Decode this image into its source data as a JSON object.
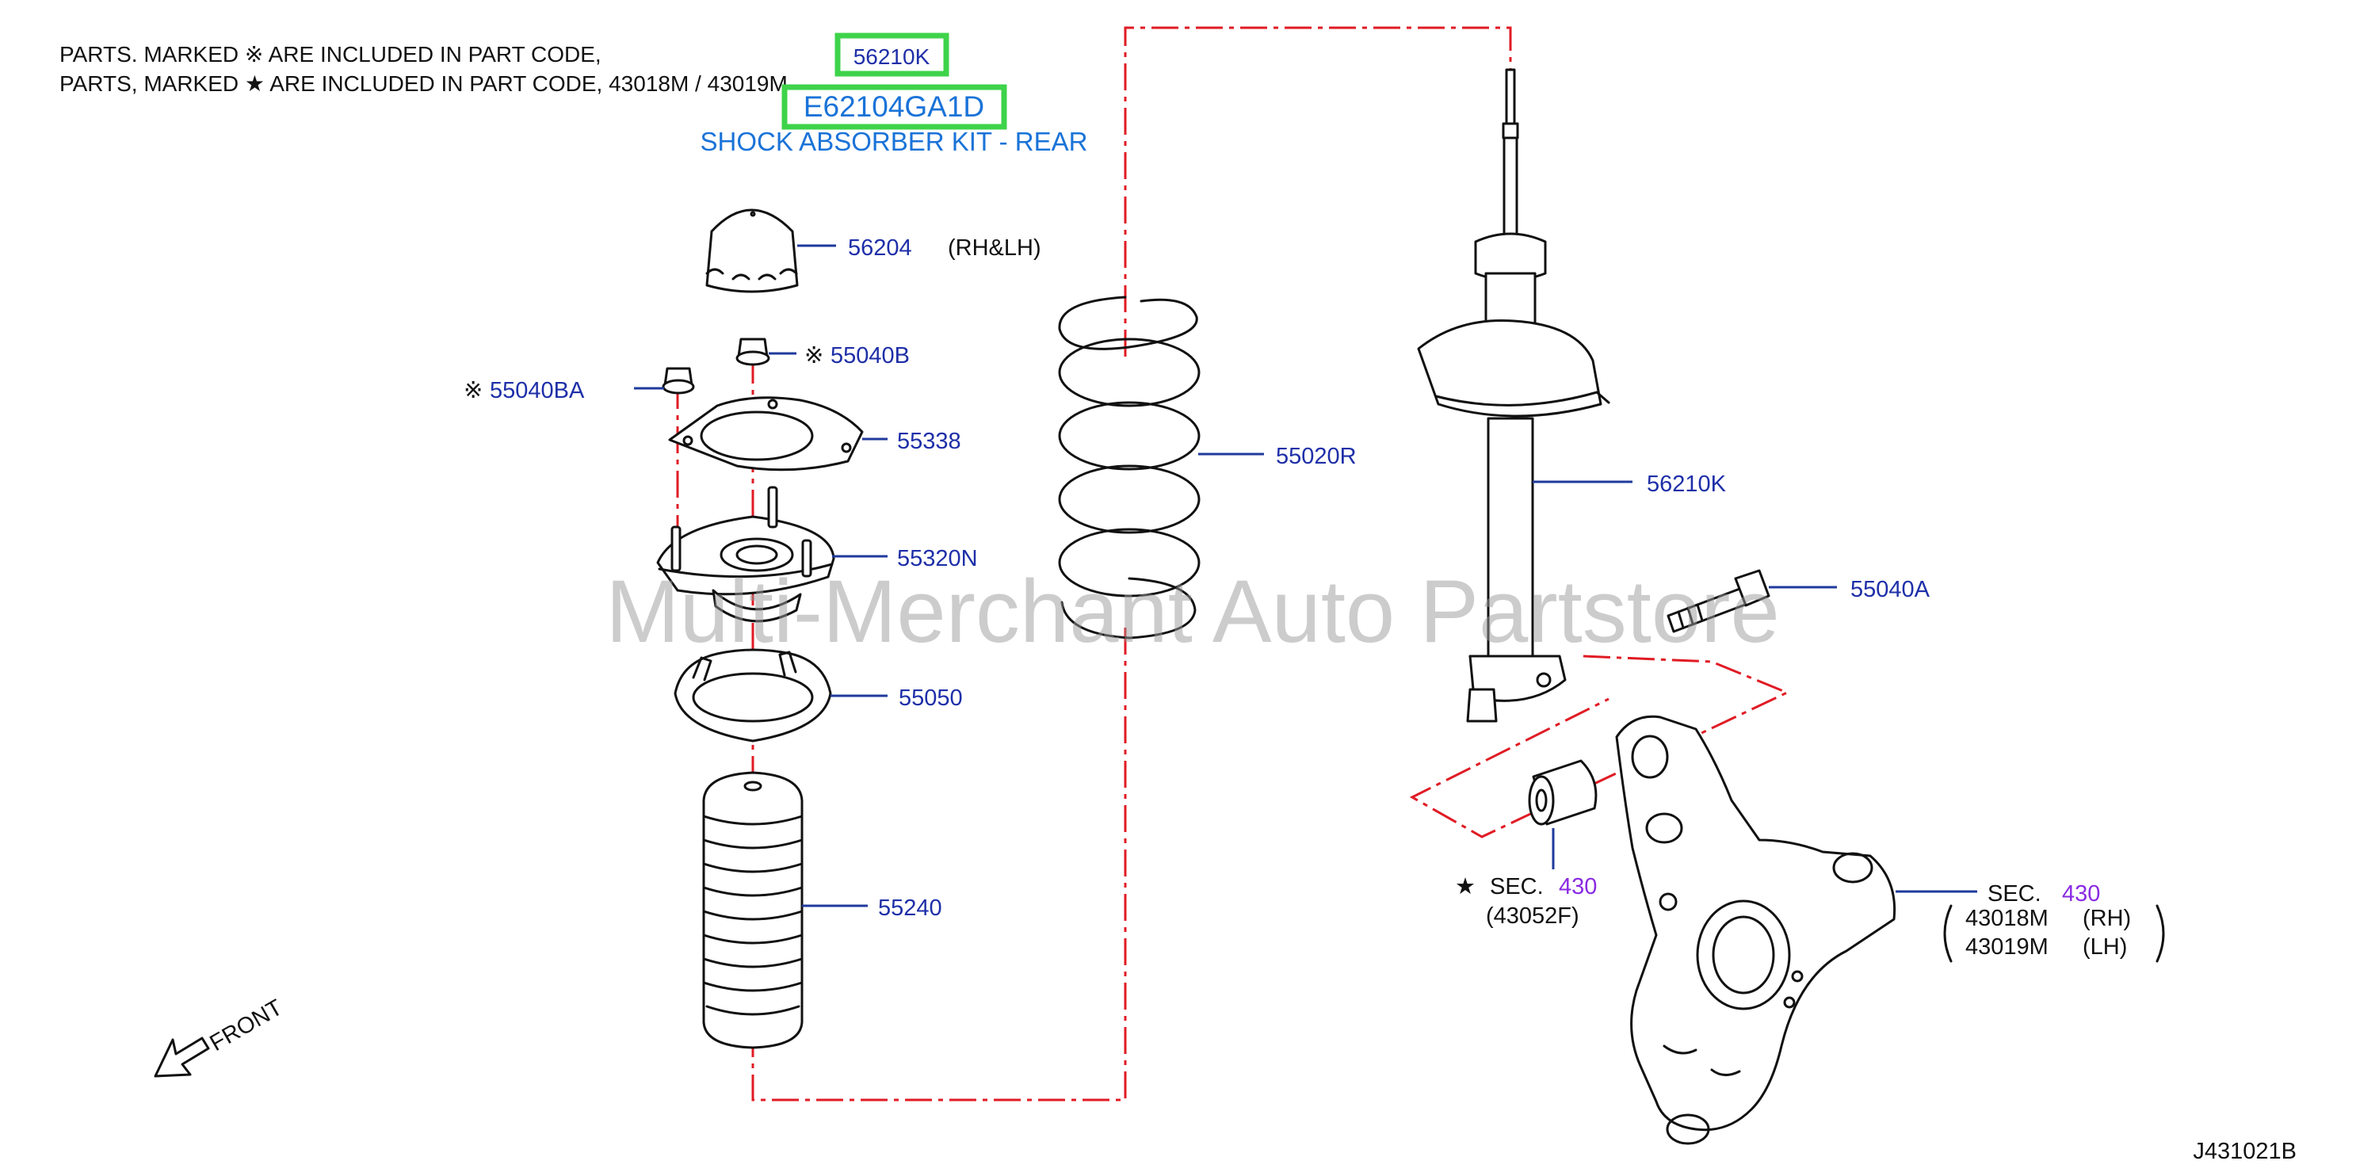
{
  "header": {
    "line1": "PARTS.   MARKED   ※ ARE   INCLUDED   IN   PART   CODE,",
    "line1_code": "56210K",
    "line2": "PARTS,   MARKED   ★ ARE   INCLUDED   IN   PART   CODE,   43018M   /   43019M",
    "kit_code": "E62104GA1D",
    "kit_name": "SHOCK ABSORBER KIT - REAR"
  },
  "parts": {
    "p56204": "56204",
    "p56204_side": "(RH&LH)",
    "p55040b_mark": "※",
    "p55040b": "55040B",
    "p55040ba_mark": "※",
    "p55040ba": "55040BA",
    "p55338": "55338",
    "p55320n": "55320N",
    "p55050": "55050",
    "p55240": "55240",
    "p55020r": "55020R",
    "p56210k": "56210K",
    "p55040a": "55040A",
    "sec1_mark": "★",
    "sec1_label": "SEC.",
    "sec1_num": "430",
    "sec1_sub": "(43052F)",
    "sec2_label": "SEC.",
    "sec2_num": "430",
    "sec2_rh_code": "43018M",
    "sec2_rh": "(RH)",
    "sec2_lh_code": "43019M",
    "sec2_lh": "(LH)"
  },
  "front_label": "FRONT",
  "diagram_id": "J431021B",
  "watermark": "Multi-Merchant Auto Partstore",
  "colors": {
    "part_number": "#1e2fa8",
    "section_number": "#8a2be2",
    "kit_text": "#1a73d8",
    "highlight": "#3ed34a",
    "centerline": "#e01b24"
  }
}
